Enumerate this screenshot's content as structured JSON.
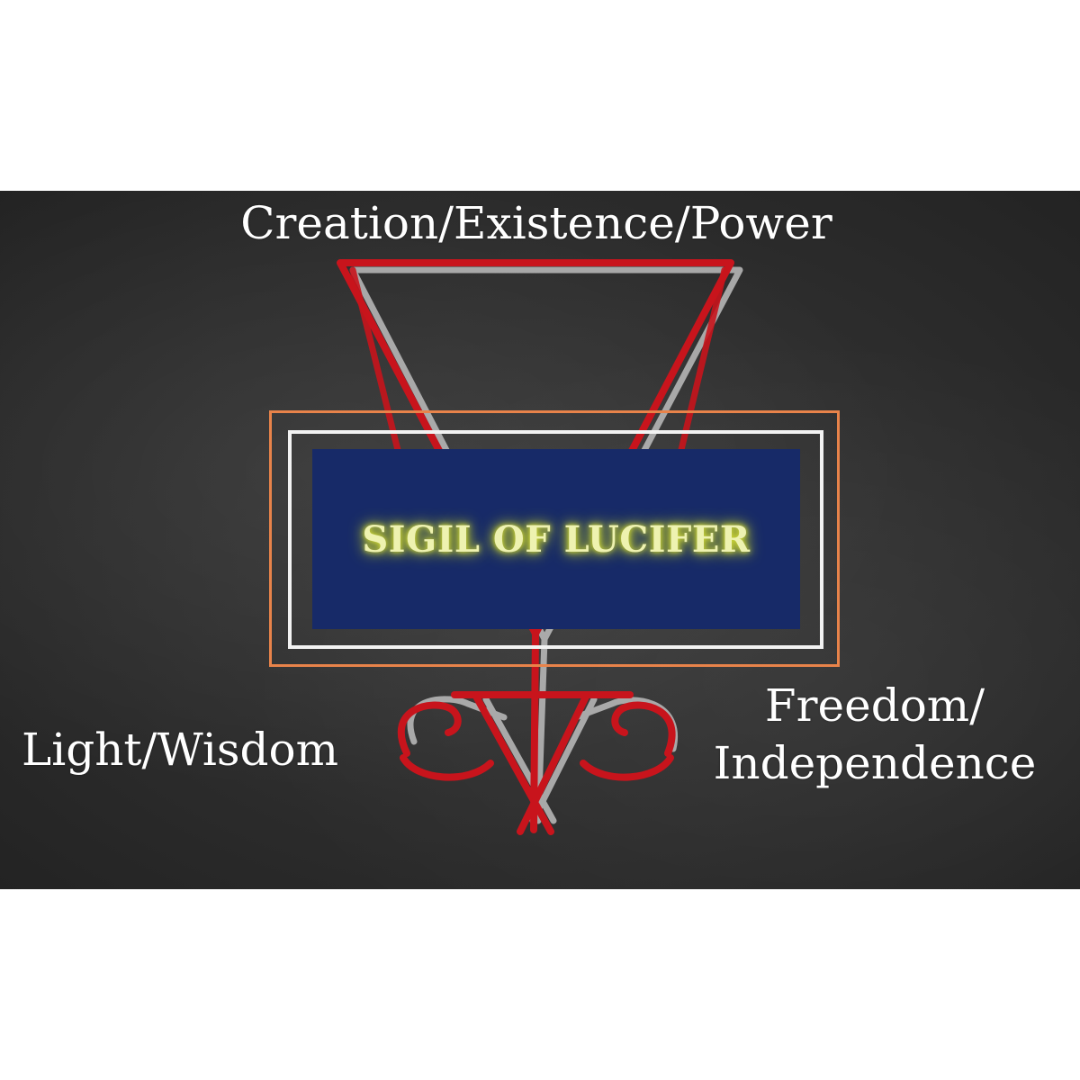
{
  "diagram": {
    "top_label": "Creation/Existence/Power",
    "left_label": "Light/Wisdom",
    "right_label_line1": "Freedom/",
    "right_label_line2": "Independence",
    "center_title": "SIGIL OF LUCIFER"
  },
  "colors": {
    "page_background": "#ffffff",
    "board_background": "#2c2c2c",
    "sigil_red": "#c8141c",
    "sigil_shadow": "#bdbdbd",
    "outer_frame": "#e8834a",
    "inner_frame": "#f2f2f2",
    "title_box": "#172a68",
    "title_glow": "#d8e03a"
  },
  "icons": {
    "sigil": "sigil-of-lucifer-icon"
  }
}
